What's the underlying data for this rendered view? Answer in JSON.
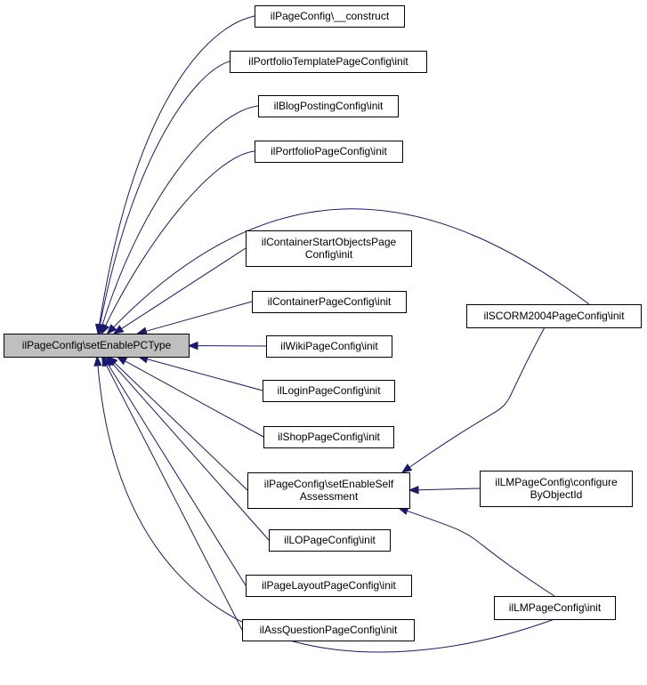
{
  "diagram": {
    "type": "caller-graph",
    "colors": {
      "edge": "#191970",
      "root_fill": "#bfbfbf",
      "node_fill": "#ffffff",
      "border": "#000000"
    },
    "nodes": [
      {
        "id": "root",
        "lines": [
          "ilPageConfig\\setEnablePCType"
        ]
      },
      {
        "id": "construct",
        "lines": [
          "ilPageConfig\\__construct"
        ]
      },
      {
        "id": "portfolio_template",
        "lines": [
          "ilPortfolioTemplatePageConfig\\init"
        ]
      },
      {
        "id": "blog_posting",
        "lines": [
          "ilBlogPostingConfig\\init"
        ]
      },
      {
        "id": "portfolio_page",
        "lines": [
          "ilPortfolioPageConfig\\init"
        ]
      },
      {
        "id": "container_start",
        "lines": [
          "ilContainerStartObjectsPage",
          "Config\\init"
        ]
      },
      {
        "id": "container_page",
        "lines": [
          "ilContainerPageConfig\\init"
        ]
      },
      {
        "id": "wiki_page",
        "lines": [
          "ilWikiPageConfig\\init"
        ]
      },
      {
        "id": "login_page",
        "lines": [
          "ilLoginPageConfig\\init"
        ]
      },
      {
        "id": "shop_page",
        "lines": [
          "ilShopPageConfig\\init"
        ]
      },
      {
        "id": "self_assessment",
        "lines": [
          "ilPageConfig\\setEnableSelf",
          "Assessment"
        ]
      },
      {
        "id": "lo_page",
        "lines": [
          "ilLOPageConfig\\init"
        ]
      },
      {
        "id": "page_layout",
        "lines": [
          "ilPageLayoutPageConfig\\init"
        ]
      },
      {
        "id": "ass_question",
        "lines": [
          "ilAssQuestionPageConfig\\init"
        ]
      },
      {
        "id": "scorm2004",
        "lines": [
          "ilSCORM2004PageConfig\\init"
        ]
      },
      {
        "id": "lm_configure",
        "lines": [
          "ilLMPageConfig\\configure",
          "ByObjectId"
        ]
      },
      {
        "id": "lm_init",
        "lines": [
          "ilLMPageConfig\\init"
        ]
      }
    ],
    "edges": [
      {
        "from": "construct",
        "to": "root"
      },
      {
        "from": "portfolio_template",
        "to": "root"
      },
      {
        "from": "blog_posting",
        "to": "root"
      },
      {
        "from": "portfolio_page",
        "to": "root"
      },
      {
        "from": "scorm2004",
        "to": "root"
      },
      {
        "from": "container_start",
        "to": "root"
      },
      {
        "from": "container_page",
        "to": "root"
      },
      {
        "from": "wiki_page",
        "to": "root"
      },
      {
        "from": "login_page",
        "to": "root"
      },
      {
        "from": "shop_page",
        "to": "root"
      },
      {
        "from": "self_assessment",
        "to": "root"
      },
      {
        "from": "lo_page",
        "to": "root"
      },
      {
        "from": "page_layout",
        "to": "root"
      },
      {
        "from": "ass_question",
        "to": "root"
      },
      {
        "from": "lm_init",
        "to": "root"
      },
      {
        "from": "scorm2004",
        "to": "self_assessment"
      },
      {
        "from": "lm_configure",
        "to": "self_assessment"
      },
      {
        "from": "lm_init",
        "to": "self_assessment"
      }
    ]
  }
}
